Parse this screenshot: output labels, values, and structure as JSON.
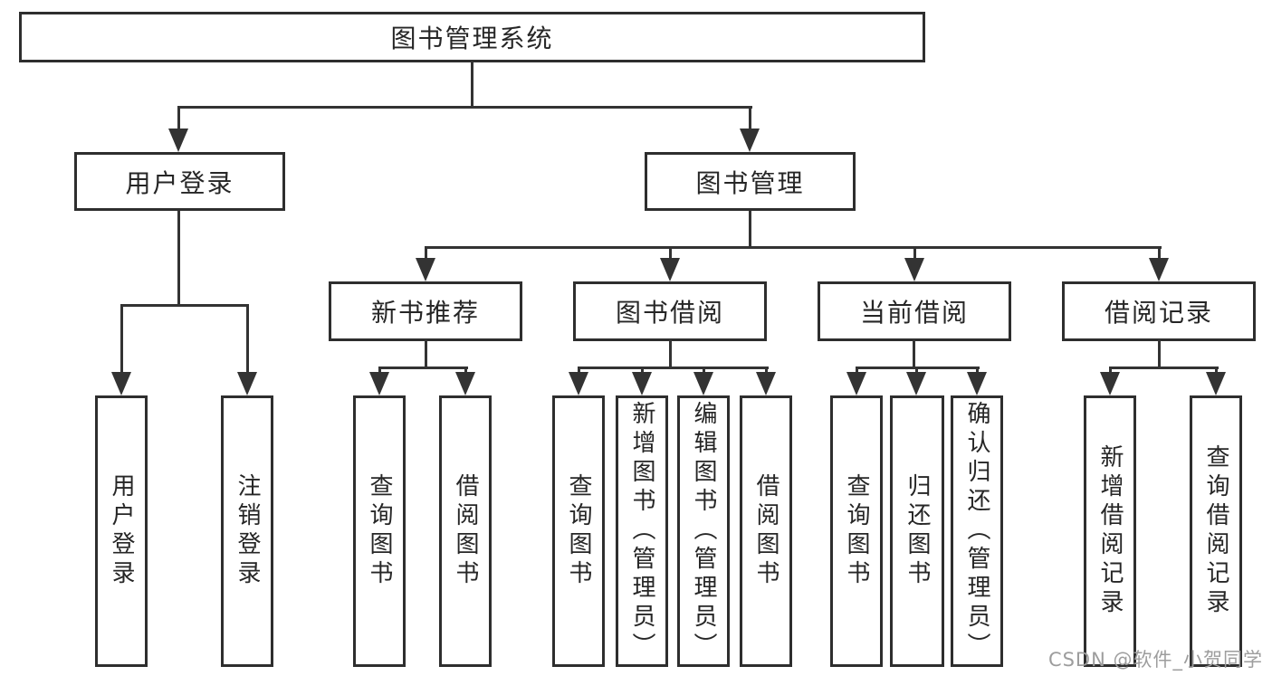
{
  "nodes": {
    "root": "图书管理系统",
    "user_login": "用户登录",
    "book_mgmt": "图书管理",
    "new_books": "新书推荐",
    "book_borrow": "图书借阅",
    "current_borrow": "当前借阅",
    "borrow_records": "借阅记录",
    "leaf_user_login": "用户登录",
    "leaf_logout": "注销登录",
    "leaf_nb_query": "查询图书",
    "leaf_nb_borrow": "借阅图书",
    "leaf_bb_query": "查询图书",
    "leaf_bb_add": "新增图书（管理员）",
    "leaf_bb_edit": "编辑图书（管理员）",
    "leaf_bb_borrow": "借阅图书",
    "leaf_cb_query": "查询图书",
    "leaf_cb_return": "归还图书",
    "leaf_cb_confirm": "确认归还（管理员）",
    "leaf_br_add": "新增借阅记录",
    "leaf_br_query": "查询借阅记录"
  },
  "watermark": "CSDN @软件_小贺同学",
  "colors": {
    "line": "#333333",
    "border": "#2e2e2e",
    "text": "#262626",
    "watermark": "#9d9d9d",
    "background": "#ffffff"
  }
}
